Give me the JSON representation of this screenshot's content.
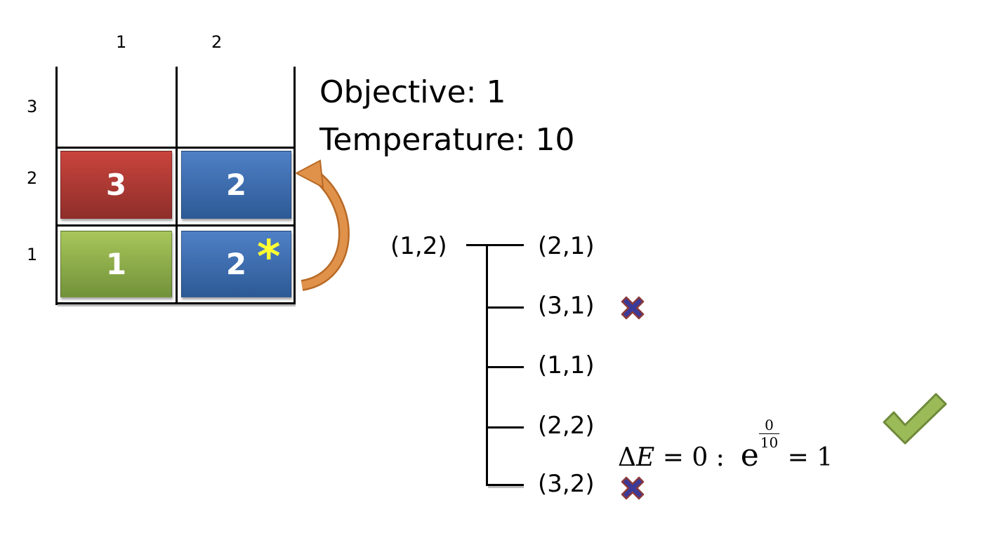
{
  "axes": {
    "columns": [
      "1",
      "2"
    ],
    "rows": [
      "3",
      "2",
      "1"
    ]
  },
  "grid": {
    "blocks": [
      {
        "row": 2,
        "col": 1,
        "label": "3",
        "color": "#b03a34"
      },
      {
        "row": 2,
        "col": 2,
        "label": "2",
        "color": "#3f6fb0"
      },
      {
        "row": 1,
        "col": 1,
        "label": "1",
        "color": "#8dad48"
      },
      {
        "row": 1,
        "col": 2,
        "label": "2",
        "color": "#3f6fb0",
        "marker": "*"
      }
    ],
    "arrow_color": "#d98a3f"
  },
  "info": {
    "objective": "Objective: 1",
    "temperature": "Temperature: 10"
  },
  "tree": {
    "root": "(1,2)",
    "children": [
      {
        "label": "(2,1)",
        "mark": ""
      },
      {
        "label": "(3,1)",
        "mark": "cross"
      },
      {
        "label": "(1,1)",
        "mark": ""
      },
      {
        "label": "(2,2)",
        "mark": "check"
      },
      {
        "label": "(3,2)",
        "mark": "cross"
      }
    ]
  },
  "formula": {
    "delta": "Δ",
    "var": "E",
    "equals_zero": " = 0 :  ",
    "base": "e",
    "exp_num": "0",
    "exp_den": "10",
    "result": " = 1"
  },
  "colors": {
    "cross": "#3a3a9a",
    "cross_outline": "#8b3a3a",
    "check": "#9bbb59",
    "check_outline": "#6f8a3a",
    "star": "#ffff33"
  }
}
